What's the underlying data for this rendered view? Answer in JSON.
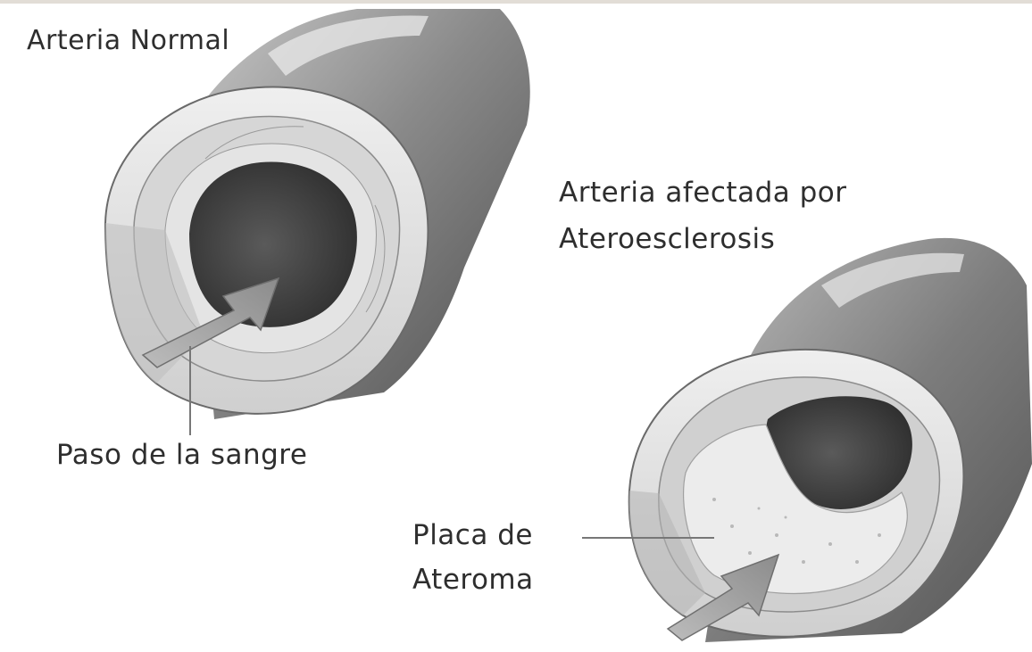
{
  "labels": {
    "normal_artery": "Arteria Normal",
    "affected_artery_line1": "Arteria afectada por",
    "affected_artery_line2": "Ateroesclerosis",
    "blood_passage": "Paso de la sangre",
    "plaque_line1": "Placa de",
    "plaque_line2": "Ateroma"
  },
  "colors": {
    "background": "#ffffff",
    "vessel_outer": "#6e6e6e",
    "vessel_wall": "#d8d8d8",
    "lumen": "#4a4a4a",
    "plaque": "#e9e9e9",
    "text": "#2e2e2e"
  }
}
